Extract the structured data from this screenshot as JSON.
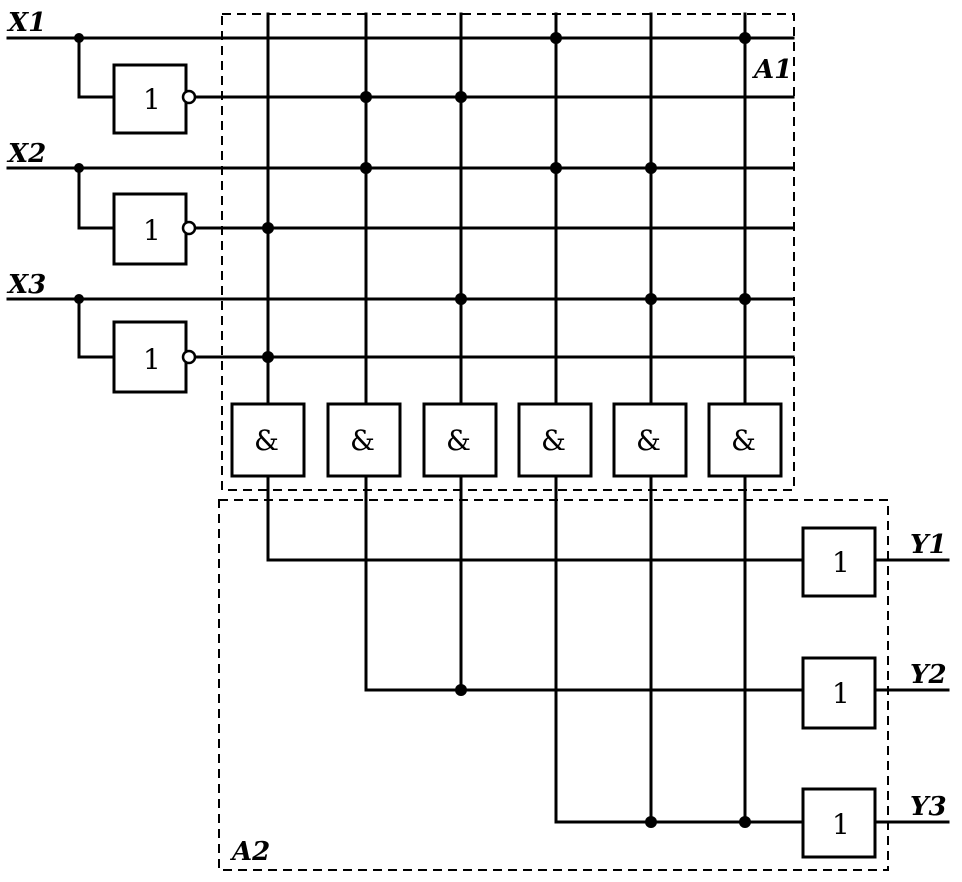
{
  "inputs": {
    "x1": "X1",
    "x2": "X2",
    "x3": "X3"
  },
  "outputs": {
    "y1": "Y1",
    "y2": "Y2",
    "y3": "Y3"
  },
  "blocks": {
    "a1": "A1",
    "a2": "A2"
  },
  "gates": {
    "not_symbol": "1",
    "and_symbol": "&",
    "or_symbol": "1"
  },
  "matrix_a1": {
    "and_1": [
      "X2'",
      "X3'"
    ],
    "and_2": [
      "X1'",
      "X2"
    ],
    "and_3": [
      "X1'",
      "X3"
    ],
    "and_4": [
      "X1",
      "X2"
    ],
    "and_5": [
      "X2",
      "X3"
    ],
    "and_6": [
      "X1",
      "X3"
    ]
  },
  "matrix_a2": {
    "y1": [
      "and_1"
    ],
    "y2": [
      "and_2",
      "and_3"
    ],
    "y3": [
      "and_4",
      "and_5",
      "and_6"
    ]
  }
}
